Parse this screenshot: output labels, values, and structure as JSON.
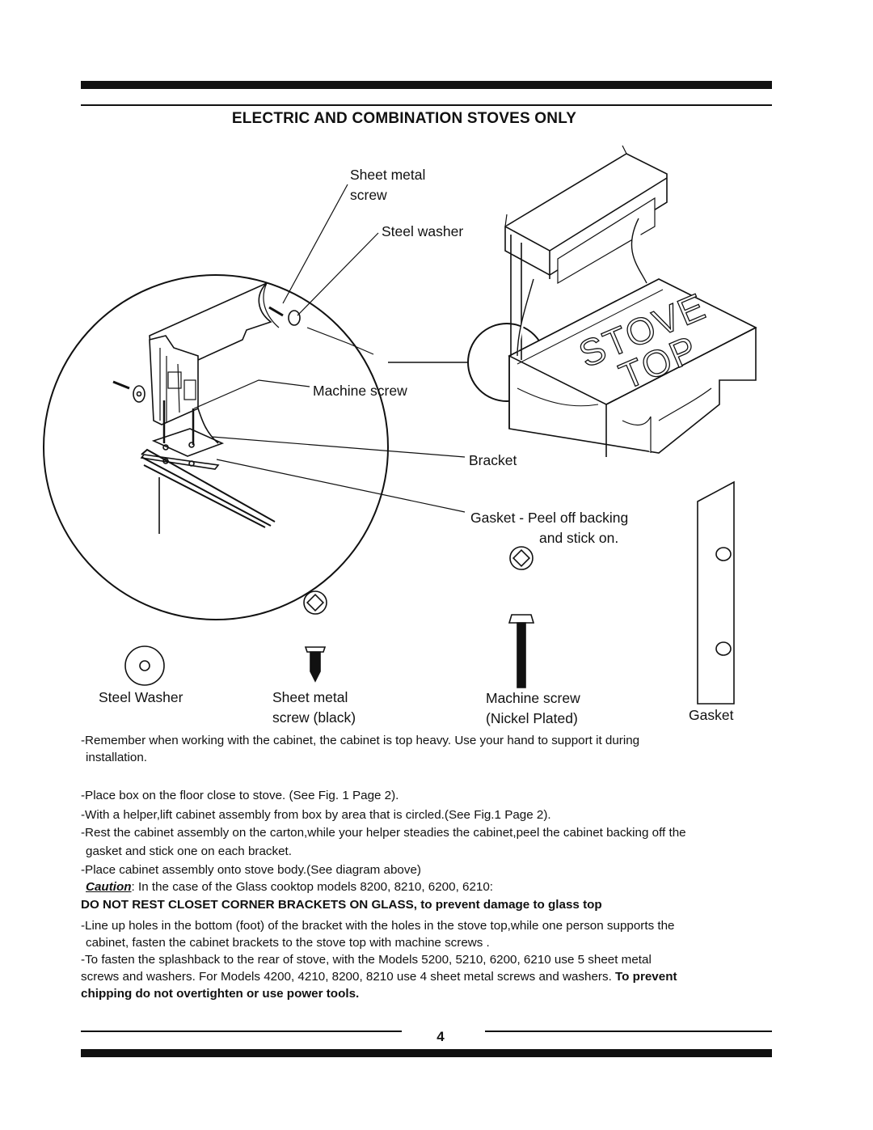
{
  "heading": "ELECTRIC AND COMBINATION STOVES ONLY",
  "diagram_labels": {
    "sheet_metal_screw_line1": "Sheet metal",
    "sheet_metal_screw_line2": "screw",
    "steel_washer": "Steel washer",
    "machine_screw": "Machine screw",
    "bracket": "Bracket",
    "gasket_line1": "Gasket - Peel off backing",
    "gasket_line2": "and stick on.",
    "stove_word": "STOVE",
    "top_word": "TOP"
  },
  "parts": {
    "steel_washer": "Steel Washer",
    "sheet_metal_screw_line1": "Sheet metal",
    "sheet_metal_screw_line2": "screw  (black)",
    "machine_screw_line1": "Machine screw",
    "machine_screw_line2": "(Nickel Plated)",
    "gasket": "Gasket"
  },
  "instructions": {
    "p1_line1": "-Remember when working with the cabinet, the cabinet is top heavy. Use your hand to support it during",
    "p1_line2": "installation.",
    "p2": "-Place box on the floor close to stove.  (See Fig. 1 Page 2).",
    "p3": "-With a helper,lift cabinet assembly from box by area that is circled.(See Fig.1 Page 2).",
    "p4_line1": "-Rest the cabinet assembly on the carton,while your helper steadies the cabinet,peel the cabinet backing off the",
    "p4_line2": "gasket and stick one on each bracket.",
    "p5": "-Place cabinet assembly onto stove body.(See diagram above)",
    "caution_word": "Caution",
    "caution_text": ": In the case of the Glass cooktop models 8200, 8210, 6200, 6210:",
    "warning": "DO NOT REST CLOSET CORNER BRACKETS ON GLASS, to prevent damage to glass top",
    "p6_line1": "-Line up holes in the bottom (foot) of the bracket with the holes in the stove top,while one person supports the",
    "p6_line2": "cabinet, fasten the cabinet brackets to the stove top with machine screws .",
    "p7_line1": "-To fasten the splashback to the rear of stove, with the Models 5200, 5210, 6200, 6210  use 5  sheet  metal",
    "p7_line2": "screws and washers. For Models 4200, 4210, 8200, 8210 use 4 sheet metal screws and  washers.",
    "p7_bold_a": "To prevent",
    "p7_bold_b": "chipping do not overtighten or  use power tools."
  },
  "page_number": "4"
}
